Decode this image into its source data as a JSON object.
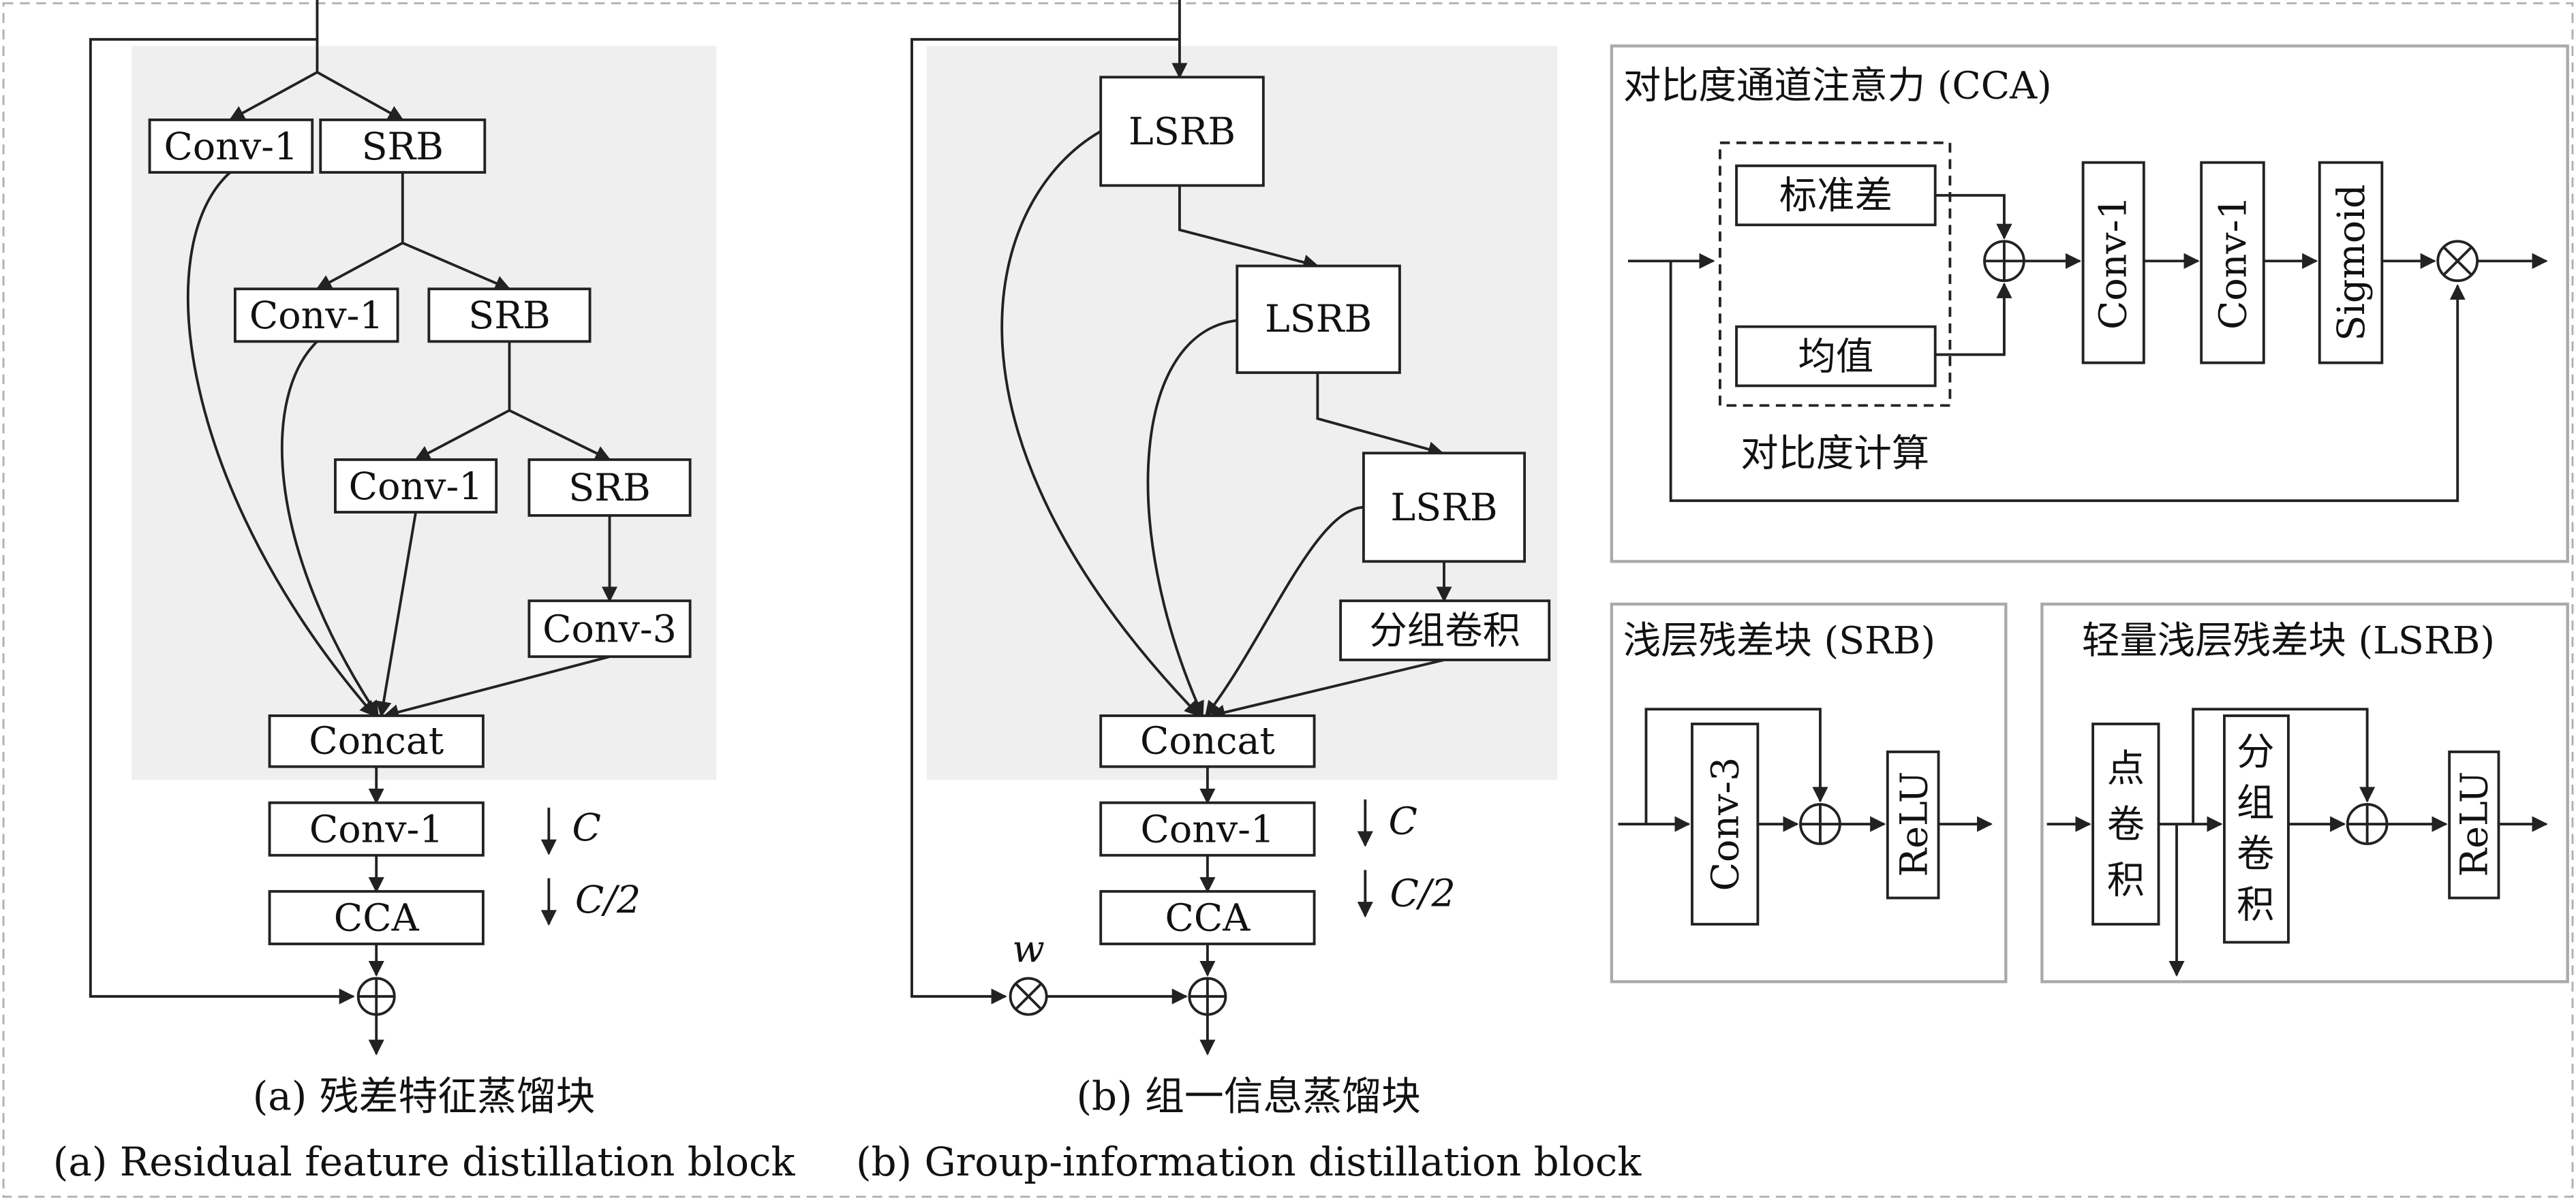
{
  "panel_a": {
    "conv1_a": "Conv-1",
    "srb_a": "SRB",
    "conv1_b": "Conv-1",
    "srb_b": "SRB",
    "conv1_c": "Conv-1",
    "srb_c": "SRB",
    "conv3": "Conv-3",
    "concat": "Concat",
    "conv1_out": "Conv-1",
    "cca": "CCA",
    "note_c": "C",
    "note_c2": "C/2",
    "caption_cn": "(a) 残差特征蒸馏块",
    "caption_en": "(a) Residual feature distillation block"
  },
  "panel_b": {
    "lsrb_1": "LSRB",
    "lsrb_2": "LSRB",
    "lsrb_3": "LSRB",
    "group_conv": "分组卷积",
    "concat": "Concat",
    "conv1_out": "Conv-1",
    "cca": "CCA",
    "note_c": "C",
    "note_c2": "C/2",
    "weight": "w",
    "caption_cn": "(b) 组一信息蒸馏块",
    "caption_en": "(b) Group-information distillation block"
  },
  "cca_box": {
    "title": "对比度通道注意力 (CCA)",
    "std": "标准差",
    "mean": "均值",
    "contrast_label": "对比度计算",
    "conv1_a": "Conv-1",
    "conv1_b": "Conv-1",
    "sigmoid": "Sigmoid"
  },
  "srb_box": {
    "title": "浅层残差块 (SRB)",
    "conv3": "Conv-3",
    "relu": "ReLU"
  },
  "lsrb_box": {
    "title": "轻量浅层残差块 (LSRB)",
    "pointwise": [
      "点",
      "卷",
      "积"
    ],
    "group": [
      "分",
      "组",
      "卷",
      "积"
    ],
    "relu": "ReLU"
  },
  "colors": {
    "shade": "#efefef",
    "line": "#222222",
    "frame": "#aaaaaa"
  }
}
